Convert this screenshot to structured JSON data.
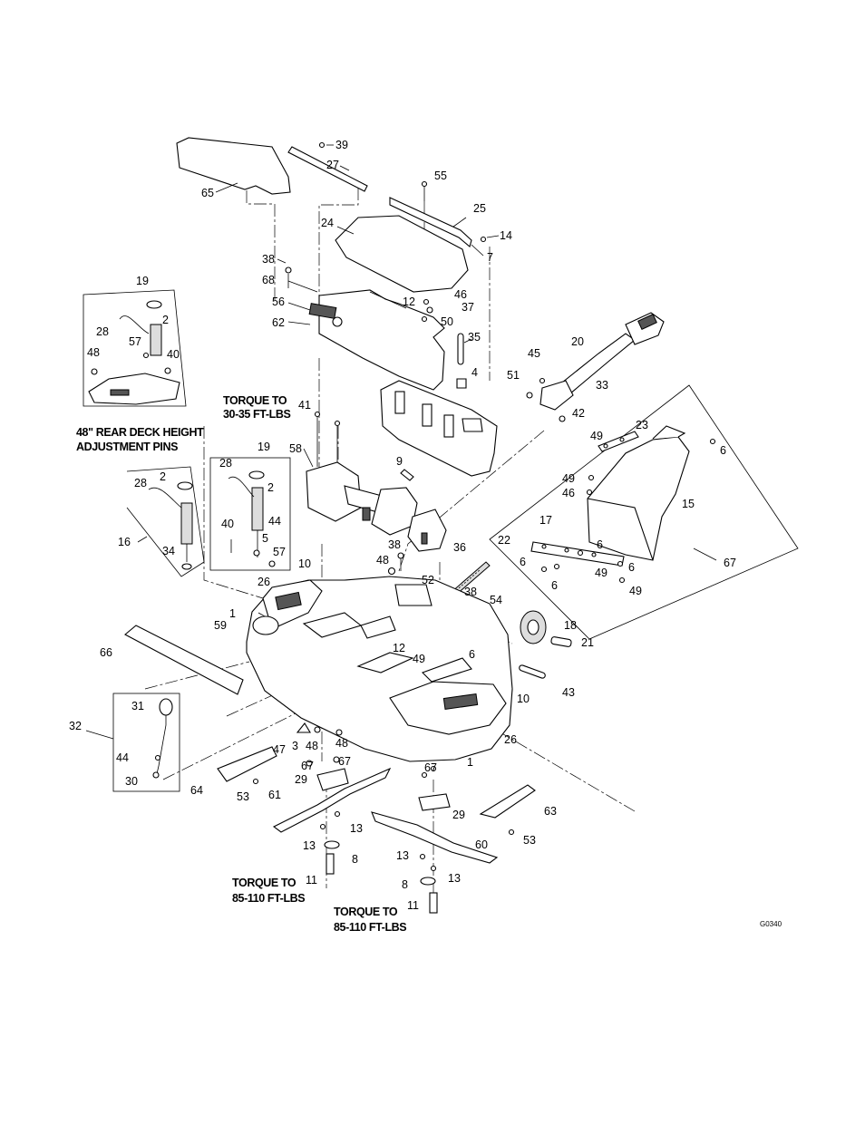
{
  "diagram": {
    "drawing_code": "G0340",
    "callouts": [
      "1",
      "2",
      "3",
      "4",
      "5",
      "6",
      "7",
      "8",
      "9",
      "10",
      "11",
      "12",
      "13",
      "14",
      "15",
      "16",
      "17",
      "18",
      "19",
      "20",
      "21",
      "22",
      "23",
      "24",
      "25",
      "26",
      "27",
      "28",
      "29",
      "30",
      "31",
      "32",
      "33",
      "34",
      "35",
      "36",
      "37",
      "38",
      "39",
      "40",
      "41",
      "42",
      "43",
      "44",
      "45",
      "46",
      "47",
      "48",
      "49",
      "50",
      "51",
      "52",
      "53",
      "54",
      "55",
      "56",
      "57",
      "58",
      "59",
      "60",
      "61",
      "62",
      "63",
      "64",
      "65",
      "66",
      "67",
      "68"
    ],
    "notes": {
      "torque_gearbox_line1": "TORQUE TO",
      "torque_gearbox_line2": "30-35 FT-LBS",
      "torque_blade_left_line1": "TORQUE TO",
      "torque_blade_left_line2": "85-110 FT-LBS",
      "torque_blade_right_line1": "TORQUE TO",
      "torque_blade_right_line2": "85-110 FT-LBS",
      "rear_deck_line1": "48\" REAR DECK HEIGHT",
      "rear_deck_line2": "ADJUSTMENT PINS"
    }
  }
}
